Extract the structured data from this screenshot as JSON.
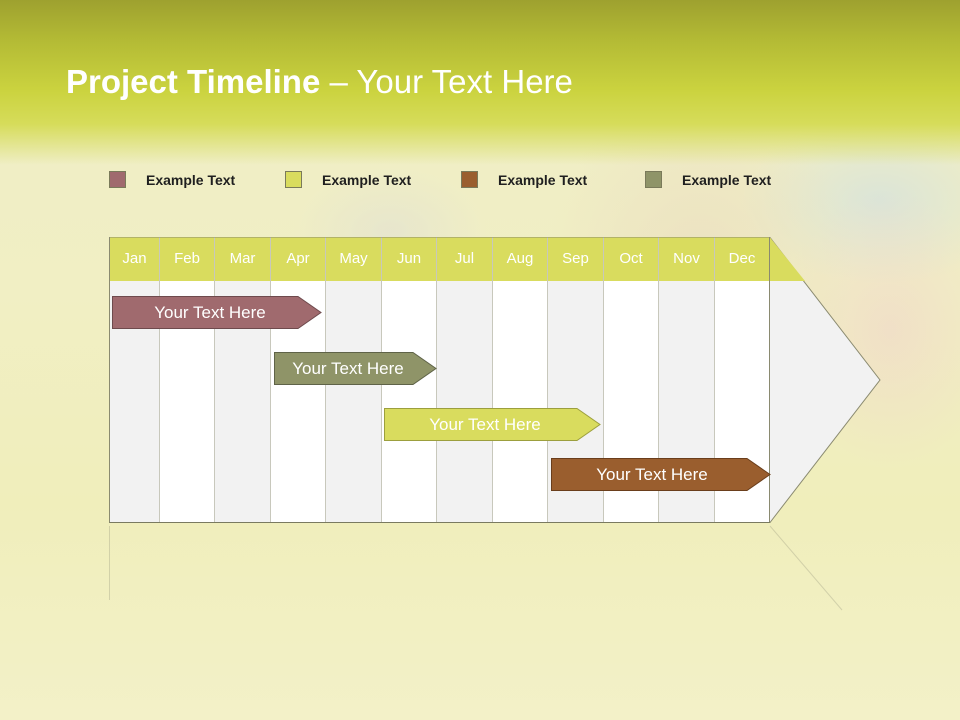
{
  "slide": {
    "title_strong": "Project Timeline",
    "title_rest": " – Your Text Here"
  },
  "legend": [
    {
      "label": "Example Text",
      "color": "#a06a6e"
    },
    {
      "label": "Example Text",
      "color": "#d9dc5e"
    },
    {
      "label": "Example Text",
      "color": "#9a5e2e"
    },
    {
      "label": "Example Text",
      "color": "#8f9468"
    }
  ],
  "timeline": {
    "months": [
      "Jan",
      "Feb",
      "Mar",
      "Apr",
      "May",
      "Jun",
      "Jul",
      "Aug",
      "Sep",
      "Oct",
      "Nov",
      "Dec"
    ],
    "header_color": "#d9dc5e",
    "tasks": [
      {
        "label": "Your  Text Here",
        "color": "#a06a6e",
        "text_color": "#ffffff"
      },
      {
        "label": "Your  Text Here",
        "color": "#8f9468",
        "text_color": "#ffffff"
      },
      {
        "label": "Your  Text Here",
        "color": "#d9dc5e",
        "text_color": "#ffffff"
      },
      {
        "label": "Your  Text Here",
        "color": "#9a5e2e",
        "text_color": "#ffffff"
      }
    ]
  }
}
